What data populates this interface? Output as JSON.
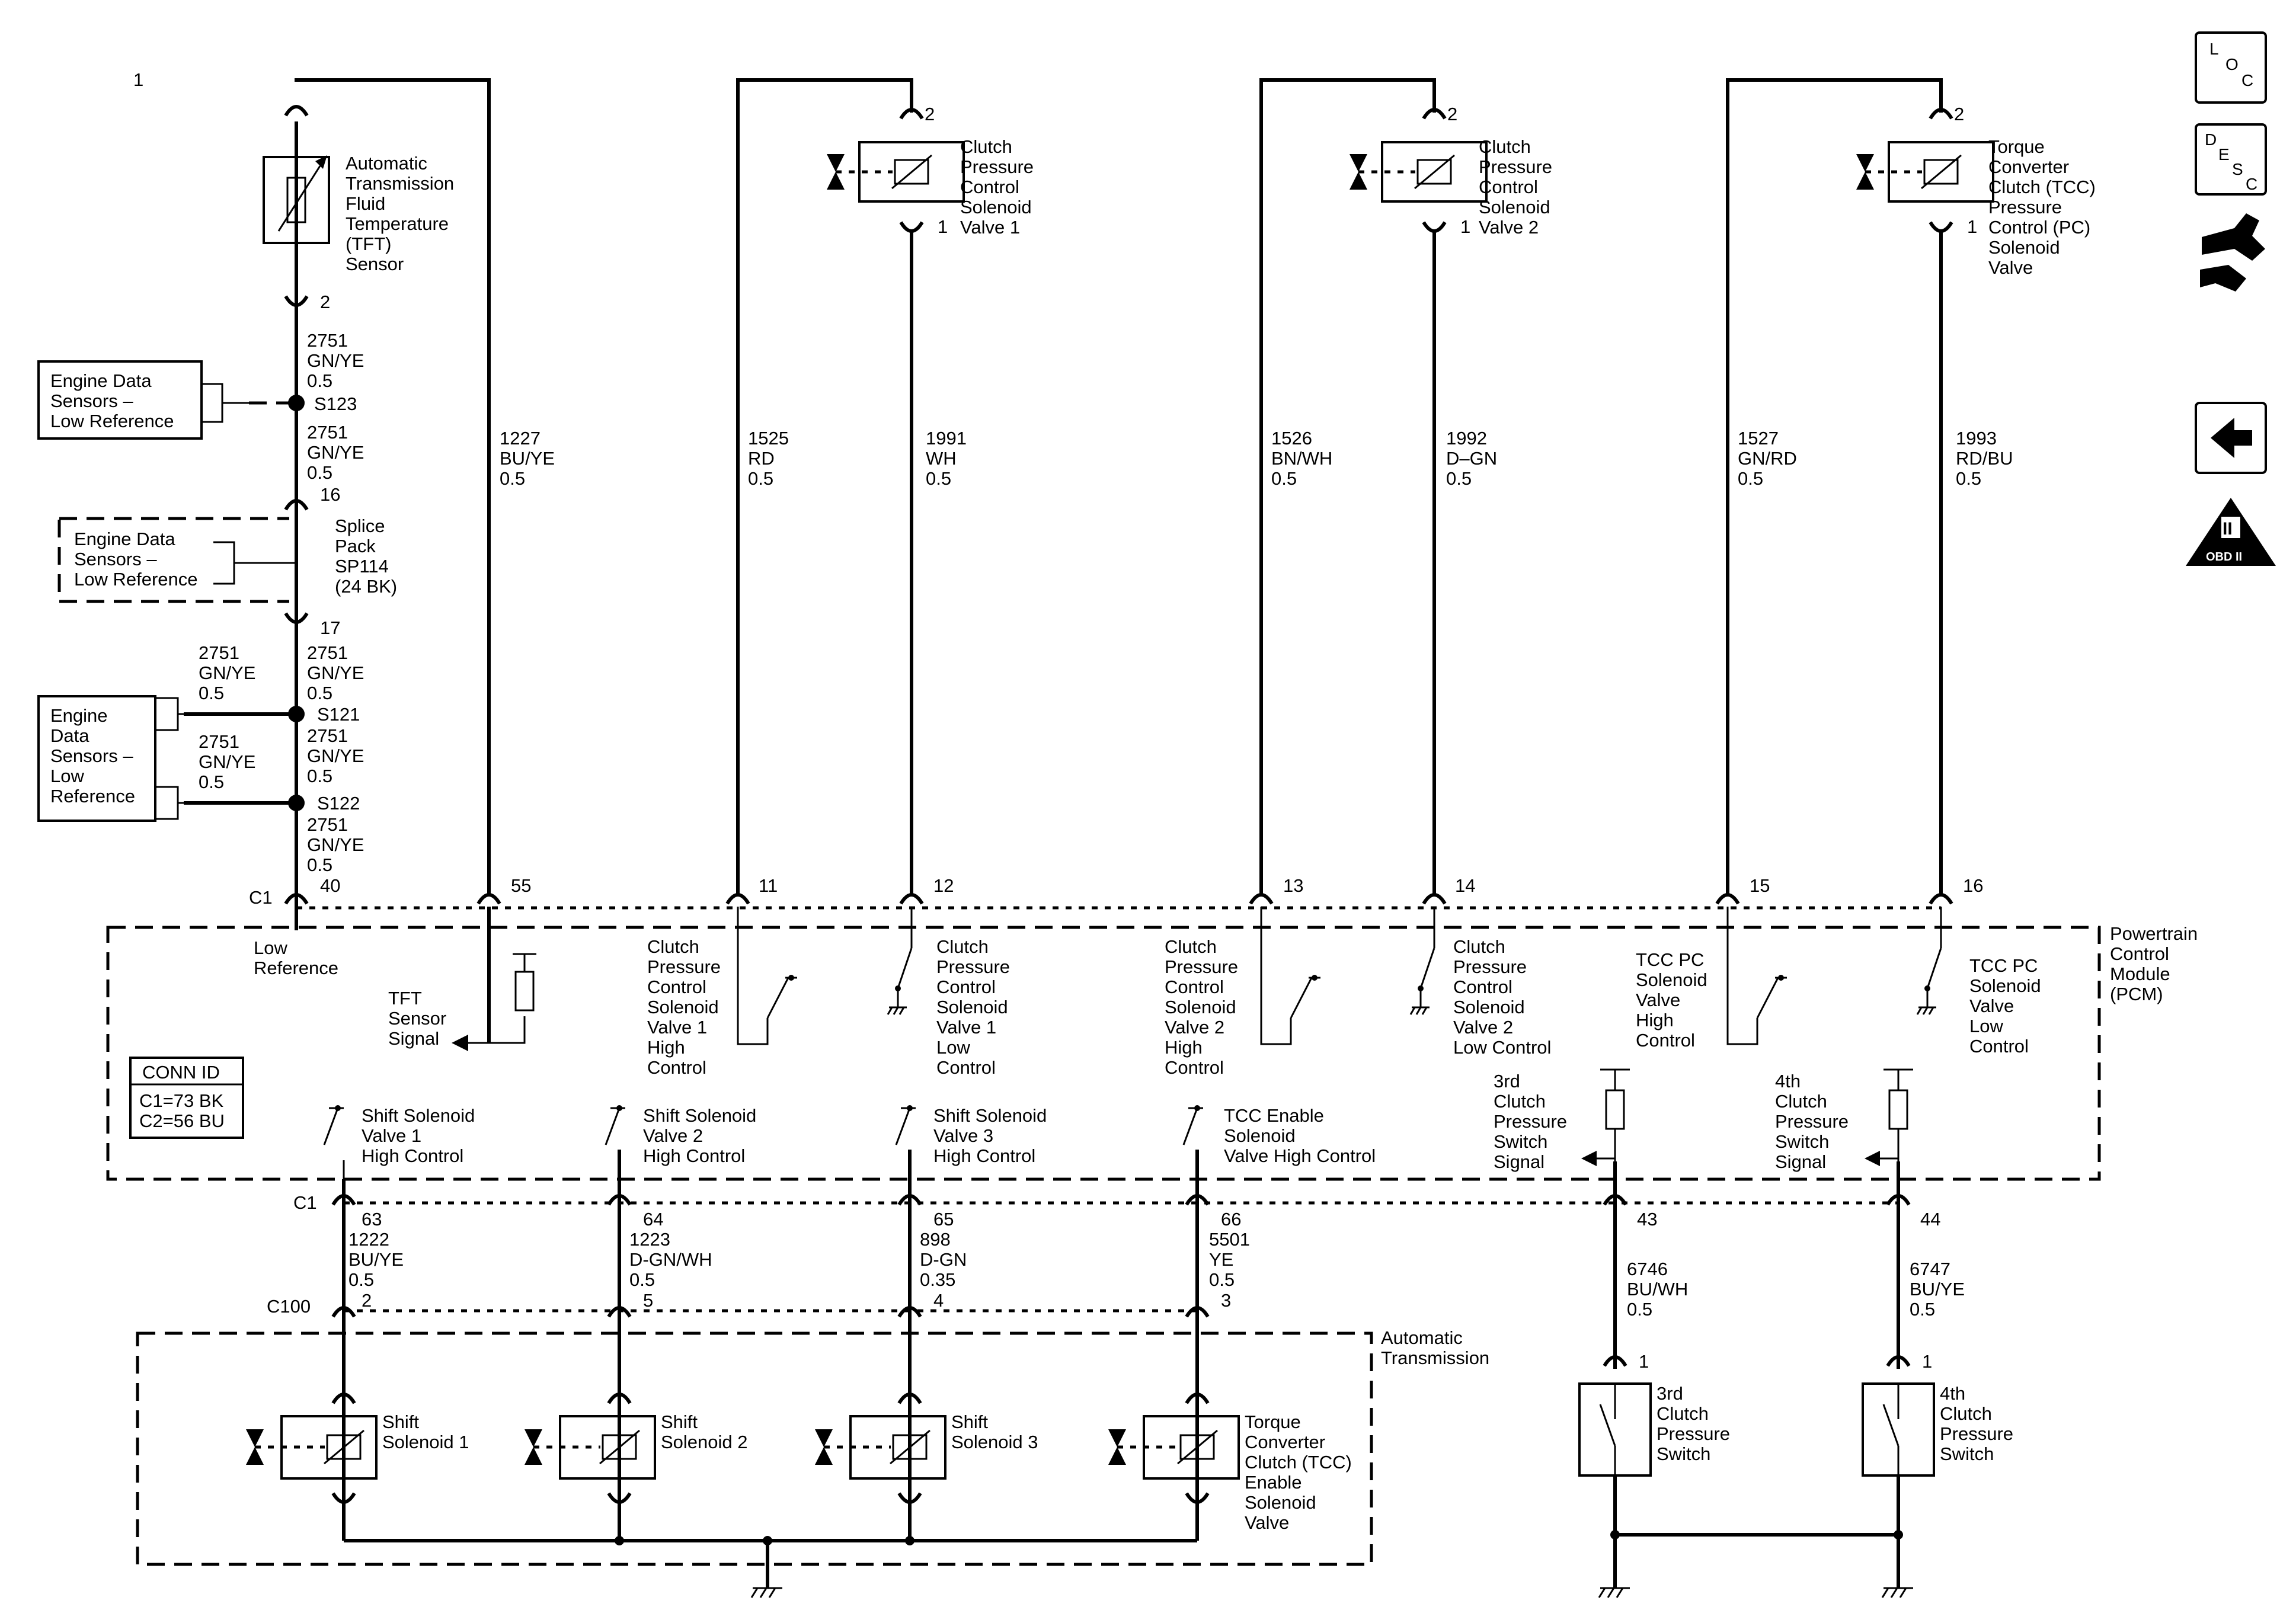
{
  "nav": {
    "loc": {
      "l": "L",
      "o": "O",
      "c": "C"
    },
    "desc": {
      "d": "D",
      "e": "E",
      "s": "S",
      "c": "C"
    },
    "obd": "OBD II",
    "obd_roman": "II"
  },
  "pcm": {
    "label": [
      "Powertrain",
      "Control",
      "Module",
      "(PCM)"
    ],
    "conn_c1_top": "C1",
    "conn_c1_bottom": "C1",
    "conn_c100": "C100",
    "conn_id": {
      "title": "CONN ID",
      "line1": "C1=73 BK",
      "line2": "C2=56 BU"
    },
    "low_reference": [
      "Low",
      "Reference"
    ],
    "tft_signal": [
      "TFT",
      "Sensor",
      "Signal"
    ],
    "ctrl_clutch1_high": [
      "Clutch",
      "Pressure",
      "Control",
      "Solenoid",
      "Valve 1",
      "High",
      "Control"
    ],
    "ctrl_clutch1_low": [
      "Clutch",
      "Pressure",
      "Control",
      "Solenoid",
      "Valve 1",
      "Low",
      "Control"
    ],
    "ctrl_clutch2_high": [
      "Clutch",
      "Pressure",
      "Control",
      "Solenoid",
      "Valve 2",
      "High",
      "Control"
    ],
    "ctrl_clutch2_low": [
      "Clutch",
      "Pressure",
      "Control",
      "Solenoid",
      "Valve 2",
      "Low Control"
    ],
    "ctrl_tcc_high": [
      "TCC PC",
      "Solenoid",
      "Valve",
      "High",
      "Control"
    ],
    "ctrl_tcc_low": [
      "TCC PC",
      "Solenoid",
      "Valve",
      "Low",
      "Control"
    ],
    "ctrl_shift1": [
      "Shift Solenoid",
      "Valve 1",
      "High Control"
    ],
    "ctrl_shift2": [
      "Shift Solenoid",
      "Valve 2",
      "High Control"
    ],
    "ctrl_shift3": [
      "Shift Solenoid",
      "Valve 3",
      "High Control"
    ],
    "ctrl_tcc_enable": [
      "TCC Enable",
      "Solenoid",
      "Valve High Control"
    ],
    "sig_3rd": [
      "3rd",
      "Clutch",
      "Pressure",
      "Switch",
      "Signal"
    ],
    "sig_4th": [
      "4th",
      "Clutch",
      "Pressure",
      "Switch",
      "Signal"
    ]
  },
  "tft_sensor": {
    "label": [
      "Automatic",
      "Transmission",
      "Fluid",
      "Temperature",
      "(TFT)",
      "Sensor"
    ],
    "pin_top": "1",
    "pin_bottom": "2"
  },
  "low_ref_chain": {
    "wire_a": [
      "2751",
      "GN/YE",
      "0.5"
    ],
    "splice_s123": "S123",
    "wire_b": [
      "2751",
      "GN/YE",
      "0.5"
    ],
    "pin_16": "16",
    "splice_pack": [
      "Splice",
      "Pack",
      "SP114",
      "(24 BK)"
    ],
    "pin_17": "17",
    "wire_c": [
      "2751",
      "GN/YE",
      "0.5"
    ],
    "wire_c_left": [
      "2751",
      "GN/YE",
      "0.5"
    ],
    "splice_s121": "S121",
    "wire_d": [
      "2751",
      "GN/YE",
      "0.5"
    ],
    "wire_d_left": [
      "2751",
      "GN/YE",
      "0.5"
    ],
    "splice_s122": "S122",
    "wire_e": [
      "2751",
      "GN/YE",
      "0.5"
    ],
    "eds_box1": [
      "Engine Data",
      "Sensors –",
      "Low Reference"
    ],
    "eds_box2": [
      "Engine Data",
      "Sensors –",
      "Low Reference"
    ],
    "eds_box3": [
      "Engine",
      "Data",
      "Sensors –",
      "Low",
      "Reference"
    ]
  },
  "pcm_pins_top": [
    "40",
    "55",
    "11",
    "12",
    "13",
    "14",
    "15",
    "16"
  ],
  "wires_top": {
    "w1227": [
      "1227",
      "BU/YE",
      "0.5"
    ],
    "w1525": [
      "1525",
      "RD",
      "0.5"
    ],
    "w1991": [
      "1991",
      "WH",
      "0.5"
    ],
    "w1526": [
      "1526",
      "BN/WH",
      "0.5"
    ],
    "w1992": [
      "1992",
      "D–GN",
      "0.5"
    ],
    "w1527": [
      "1527",
      "GN/RD",
      "0.5"
    ],
    "w1993": [
      "1993",
      "RD/BU",
      "0.5"
    ]
  },
  "solenoids_top": {
    "cpc1": {
      "label": [
        "Clutch",
        "Pressure",
        "Control",
        "Solenoid",
        "Valve 1"
      ],
      "pin2": "2",
      "pin1": "1"
    },
    "cpc2": {
      "label": [
        "Clutch",
        "Pressure",
        "Control",
        "Solenoid",
        "Valve 2"
      ],
      "pin2": "2",
      "pin1": "1"
    },
    "tcc": {
      "label": [
        "Torque",
        "Converter",
        "Clutch (TCC)",
        "Pressure",
        "Control (PC)",
        "Solenoid",
        "Valve"
      ],
      "pin2": "2",
      "pin1": "1"
    }
  },
  "pcm_pins_bottom": [
    "63",
    "64",
    "65",
    "66",
    "43",
    "44"
  ],
  "wires_bottom": {
    "w1222": [
      "1222",
      "BU/YE",
      "0.5"
    ],
    "w1223": [
      "1223",
      "D-GN/WH",
      "0.5"
    ],
    "w898": [
      "898",
      "D-GN",
      "0.35"
    ],
    "w5501": [
      "5501",
      "YE",
      "0.5"
    ],
    "w6746": [
      "6746",
      "BU/WH",
      "0.5"
    ],
    "w6747": [
      "6747",
      "BU/YE",
      "0.5"
    ]
  },
  "c100_pins": [
    "2",
    "5",
    "4",
    "3"
  ],
  "auto_trans": {
    "label": [
      "Automatic",
      "Transmission"
    ],
    "shift1": [
      "Shift",
      "Solenoid 1"
    ],
    "shift2": [
      "Shift",
      "Solenoid 2"
    ],
    "shift3": [
      "Shift",
      "Solenoid 3"
    ],
    "tcc_enable": [
      "Torque",
      "Converter",
      "Clutch (TCC)",
      "Enable",
      "Solenoid",
      "Valve"
    ]
  },
  "switches": {
    "third": {
      "label": [
        "3rd",
        "Clutch",
        "Pressure",
        "Switch"
      ],
      "pin": "1"
    },
    "fourth": {
      "label": [
        "4th",
        "Clutch",
        "Pressure",
        "Switch"
      ],
      "pin": "1"
    }
  }
}
